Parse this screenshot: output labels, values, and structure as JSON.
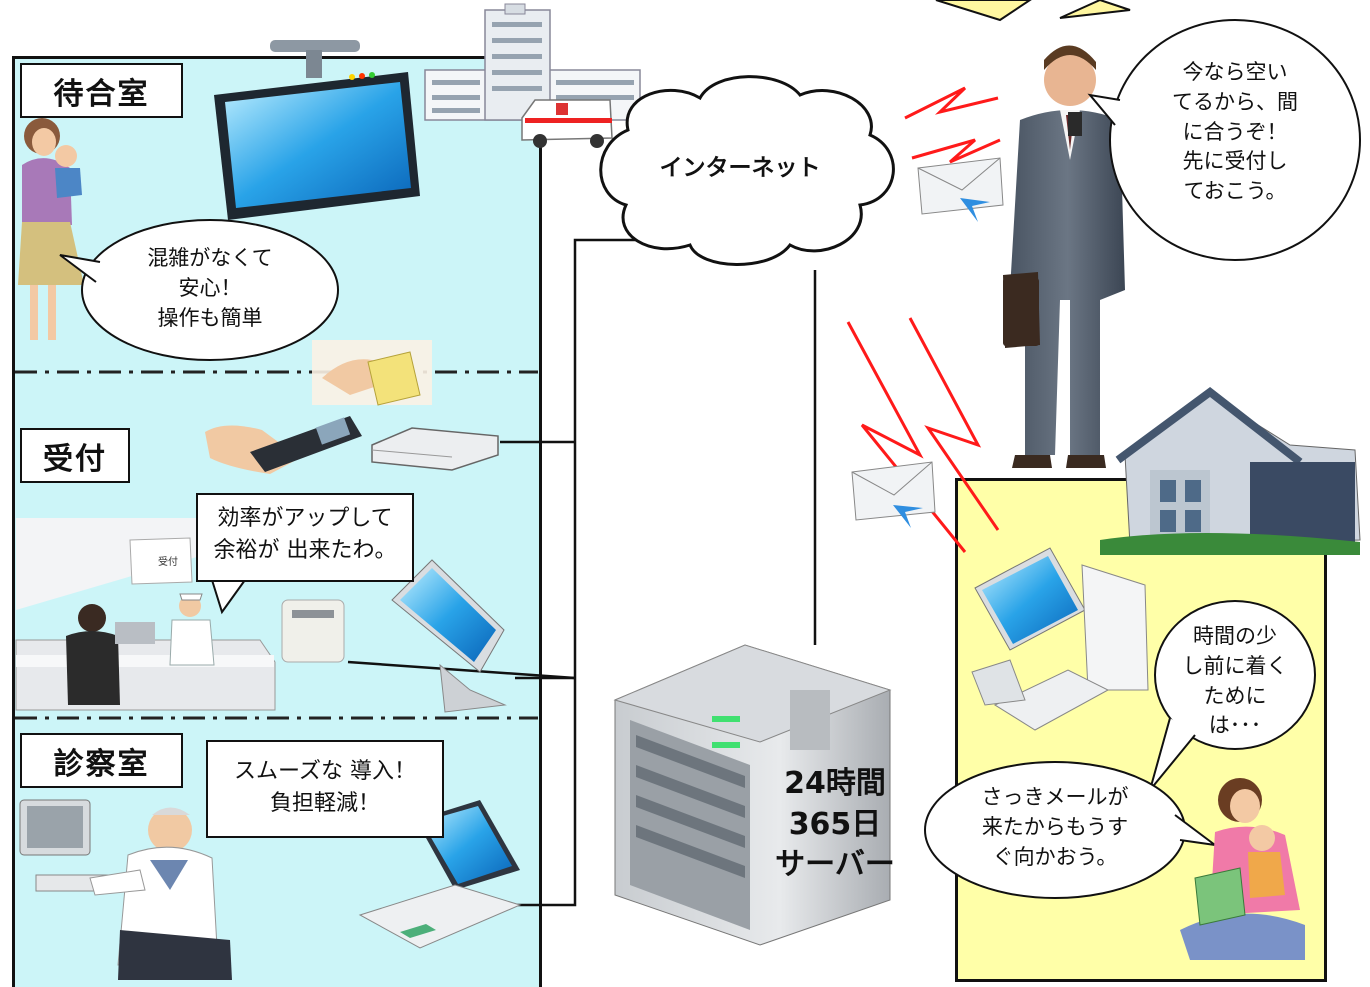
{
  "rooms": {
    "waiting": "待合室",
    "reception": "受付",
    "exam": "診察室"
  },
  "network": {
    "internet": "インターネット",
    "server": "24時間\n365日\nサーバー"
  },
  "signage": {
    "reception_sign": "受付"
  },
  "bubbles": {
    "waiting_mother": "混雑がなくて\n安心！\n操作も簡単",
    "reception_staff": "効率がアップして\n余裕が 出来たわ。",
    "exam_doctor": "スムーズな 導入！\n負担軽減！",
    "businessman": "今なら空い\nてるから、間\nに合うぞ！\n先に受付し\nておこう。",
    "home_thought": "時間の少\nし前に着く\nために\nは･･･",
    "home_mother": "さっきメールが\n来たからもうす\nぐ向かおう。"
  },
  "colors": {
    "clinic_bg": "#ccf5f8",
    "home_bg": "#ffffa8",
    "signal": "#ff1a1a"
  },
  "icons": [
    "monitor-icon",
    "hospital-building-icon",
    "ambulance-icon",
    "card-reader-icon",
    "mobile-phone-icon",
    "printer-icon",
    "pc-icon",
    "laptop-icon",
    "server-icon",
    "envelope-icon",
    "house-icon",
    "briefcase-icon"
  ]
}
